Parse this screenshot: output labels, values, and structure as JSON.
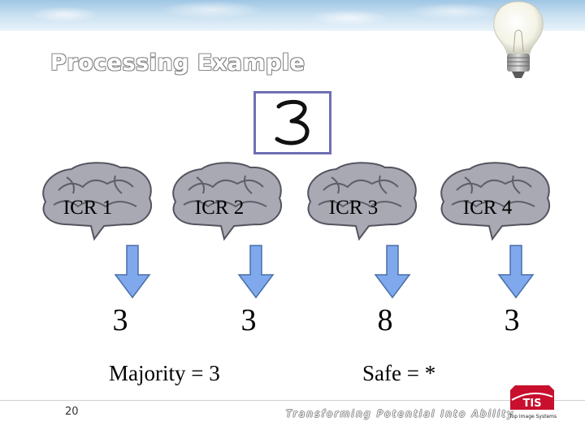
{
  "slide": {
    "title": "Processing Example",
    "input_digit": "3",
    "engines": [
      {
        "label": "ICR 1",
        "output": "3"
      },
      {
        "label": "ICR 2",
        "output": "3"
      },
      {
        "label": "ICR 3",
        "output": "8"
      },
      {
        "label": "ICR 4",
        "output": "3"
      }
    ],
    "results": {
      "majority": "Majority = 3",
      "safe": "Safe = *"
    }
  },
  "footer": {
    "page_number": "20",
    "tagline": "Transforming Potential Into Ability",
    "logo_text": "TIS",
    "logo_subtitle": "Top Image Systems"
  },
  "colors": {
    "input_border": "#6f6fb5",
    "brain_fill": "#a9a9b3",
    "arrow_fill": "#7fa9ec",
    "logo_red": "#c8102e"
  },
  "icons": {
    "decoration": "light-bulb-icon",
    "engine": "brain-icon",
    "flow": "arrow-down-icon"
  }
}
